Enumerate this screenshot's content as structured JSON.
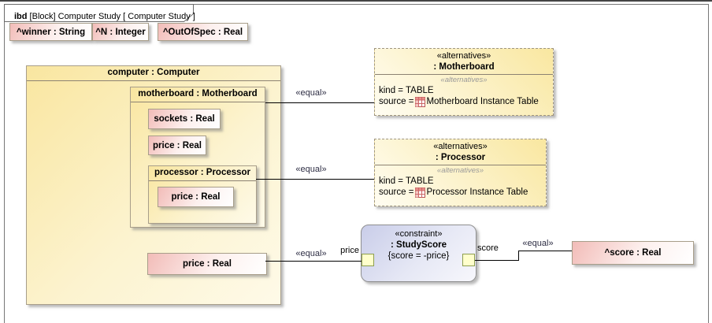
{
  "diagram": {
    "tab": {
      "kind": "ibd",
      "title": " [Block] Computer Study [ Computer Study ]"
    },
    "equal_label": "«equal»"
  },
  "flow_properties": [
    {
      "label": "^winner : String"
    },
    {
      "label": "^N : Integer"
    },
    {
      "label": "^OutOfSpec : Real"
    }
  ],
  "computer": {
    "title": "computer : Computer",
    "price_label": "price : Real",
    "motherboard": {
      "title": "motherboard : Motherboard",
      "sockets_label": "sockets : Real",
      "price_label": "price : Real",
      "processor": {
        "title": "processor : Processor",
        "price_label": "price : Real"
      }
    }
  },
  "alternatives": [
    {
      "stereotype": "«alternatives»",
      "name": ": Motherboard",
      "inner_stereotype": "«alternatives»",
      "kind_line": "kind = TABLE",
      "source_prefix": "source = ",
      "source_name": "Motherboard Instance Table"
    },
    {
      "stereotype": "«alternatives»",
      "name": ": Processor",
      "inner_stereotype": "«alternatives»",
      "kind_line": "kind = TABLE",
      "source_prefix": "source = ",
      "source_name": "Processor Instance Table"
    }
  ],
  "constraint": {
    "stereotype": "«constraint»",
    "name": ": StudyScore",
    "expression": "{score = -price}",
    "left_port": "price",
    "right_port": "score"
  },
  "score_property": {
    "label": "^score : Real"
  },
  "colors": {
    "part_pink": "#f2bcb8",
    "part_yellow": "#f9e6a0",
    "constraint_lavender": "#c9cde9",
    "port_fill": "#ffffcc",
    "port_border": "#8e9e4e",
    "connector": "#000000"
  }
}
